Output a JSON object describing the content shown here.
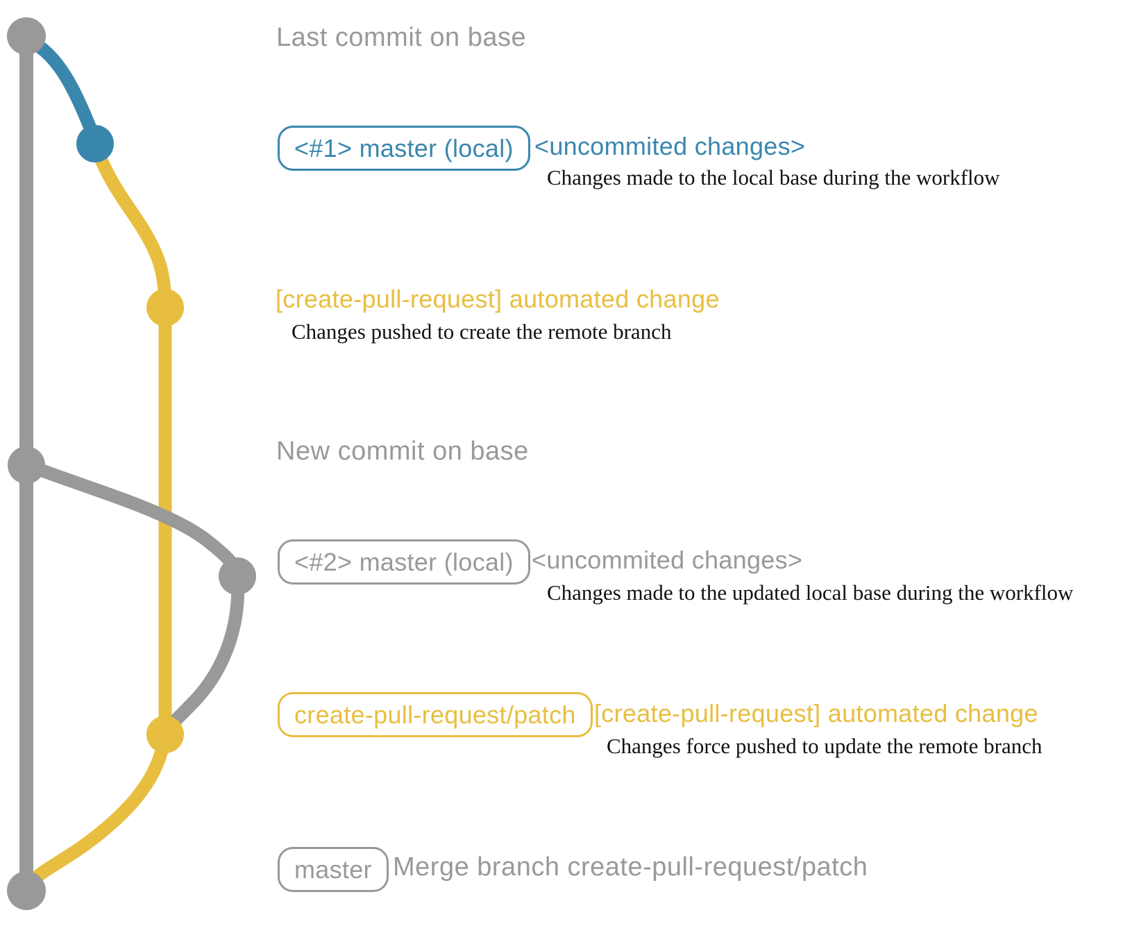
{
  "colors": {
    "gray": "#999999",
    "blue": "#3A87AD",
    "yellow": "#E8BE40",
    "ink": "#111111",
    "background": "#ffffff"
  },
  "graph": {
    "base_branch": "base (gray trunk)",
    "commit_dots": [
      "last-commit-on-base",
      "local-commit-1",
      "patch-commit-1",
      "new-commit-on-base",
      "local-commit-2",
      "patch-commit-2",
      "merge-commit"
    ]
  },
  "annotations": {
    "last_commit_label": "Last commit on base",
    "new_commit_label": "New commit on base",
    "row1": {
      "badge": "<#1> master (local)",
      "title": "<uncommited changes>",
      "desc": "Changes made to the local base during the workflow"
    },
    "row2": {
      "title": "[create-pull-request] automated change",
      "desc": "Changes pushed to create the remote branch"
    },
    "row3": {
      "badge": "<#2> master (local)",
      "title": "<uncommited changes>",
      "desc": "Changes made to the updated local base during the workflow"
    },
    "row4": {
      "badge": "create-pull-request/patch",
      "title": "[create-pull-request] automated change",
      "desc": "Changes force pushed to update the remote branch"
    },
    "row5": {
      "badge": "master",
      "title": "Merge branch create-pull-request/patch"
    }
  }
}
